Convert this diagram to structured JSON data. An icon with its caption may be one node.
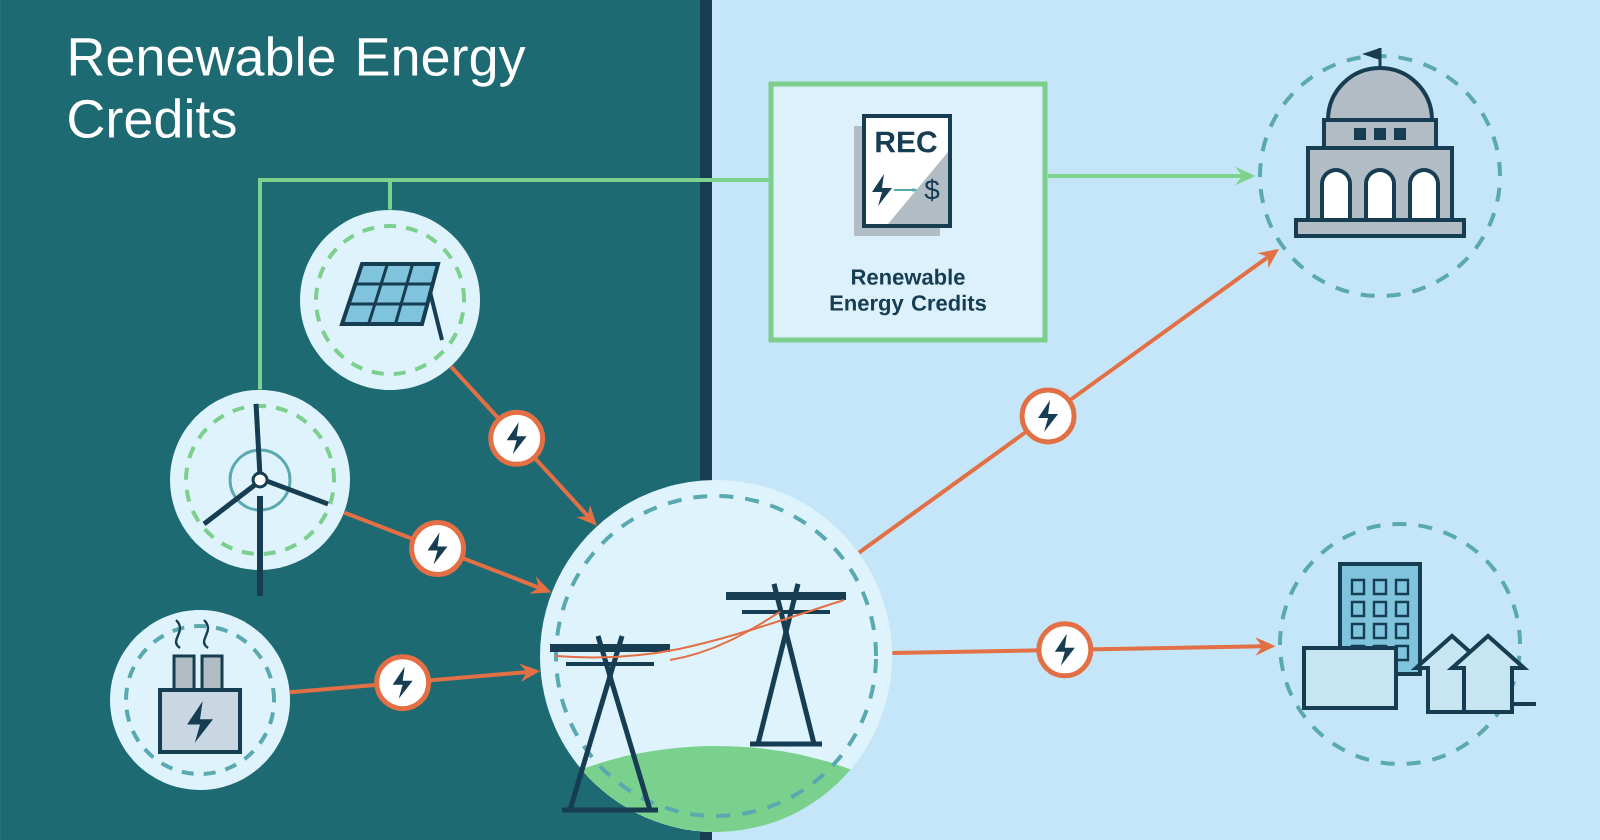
{
  "diagram": {
    "title": "Renewable Energy Credits",
    "nodes": [
      {
        "text": [],
        "shape": "picture"
      },
      {
        "text": [],
        "shape": "picture"
      },
      {
        "text": [],
        "shape": "picture"
      },
      {
        "text": [],
        "shape": "picture"
      },
      {
        "text": [
          "REC",
          "$",
          "Renewable Energy Credits"
        ]
      },
      {
        "text": [],
        "shape": "picture"
      },
      {
        "text": [],
        "shape": "picture"
      }
    ],
    "edges": [
      {
        "from": 0,
        "to": 3,
        "arrow": "to"
      },
      {
        "from": 1,
        "to": 3,
        "arrow": "to"
      },
      {
        "from": 2,
        "to": 3,
        "arrow": "to"
      },
      {
        "from": 3,
        "to": 5,
        "arrow": "to"
      },
      {
        "from": 3,
        "to": 6,
        "arrow": "to"
      },
      {
        "from": 1,
        "to": 4,
        "arrow": "none",
        "color": "#7dd38e"
      },
      {
        "from": 0,
        "to": 4,
        "arrow": "none",
        "color": "#7dd38e"
      },
      {
        "from": 4,
        "to": 5,
        "arrow": "to",
        "color": "#7dd38e"
      }
    ]
  }
}
